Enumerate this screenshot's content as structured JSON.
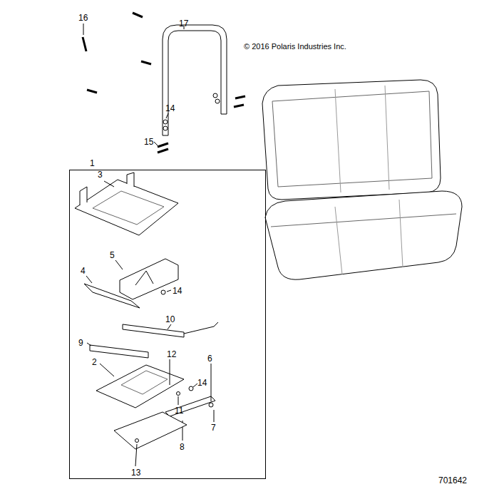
{
  "diagram": {
    "nodes": [
      {
        "text": [
          "1"
        ]
      }
    ],
    "labels": [
      "16",
      "17",
      "© 2016 Polaris Industries Inc.",
      "14",
      "15",
      "3",
      "5",
      "4",
      "14",
      "10",
      "9",
      "2",
      "12",
      "6",
      "14",
      "11",
      "7",
      "8",
      "13",
      "701642"
    ]
  }
}
